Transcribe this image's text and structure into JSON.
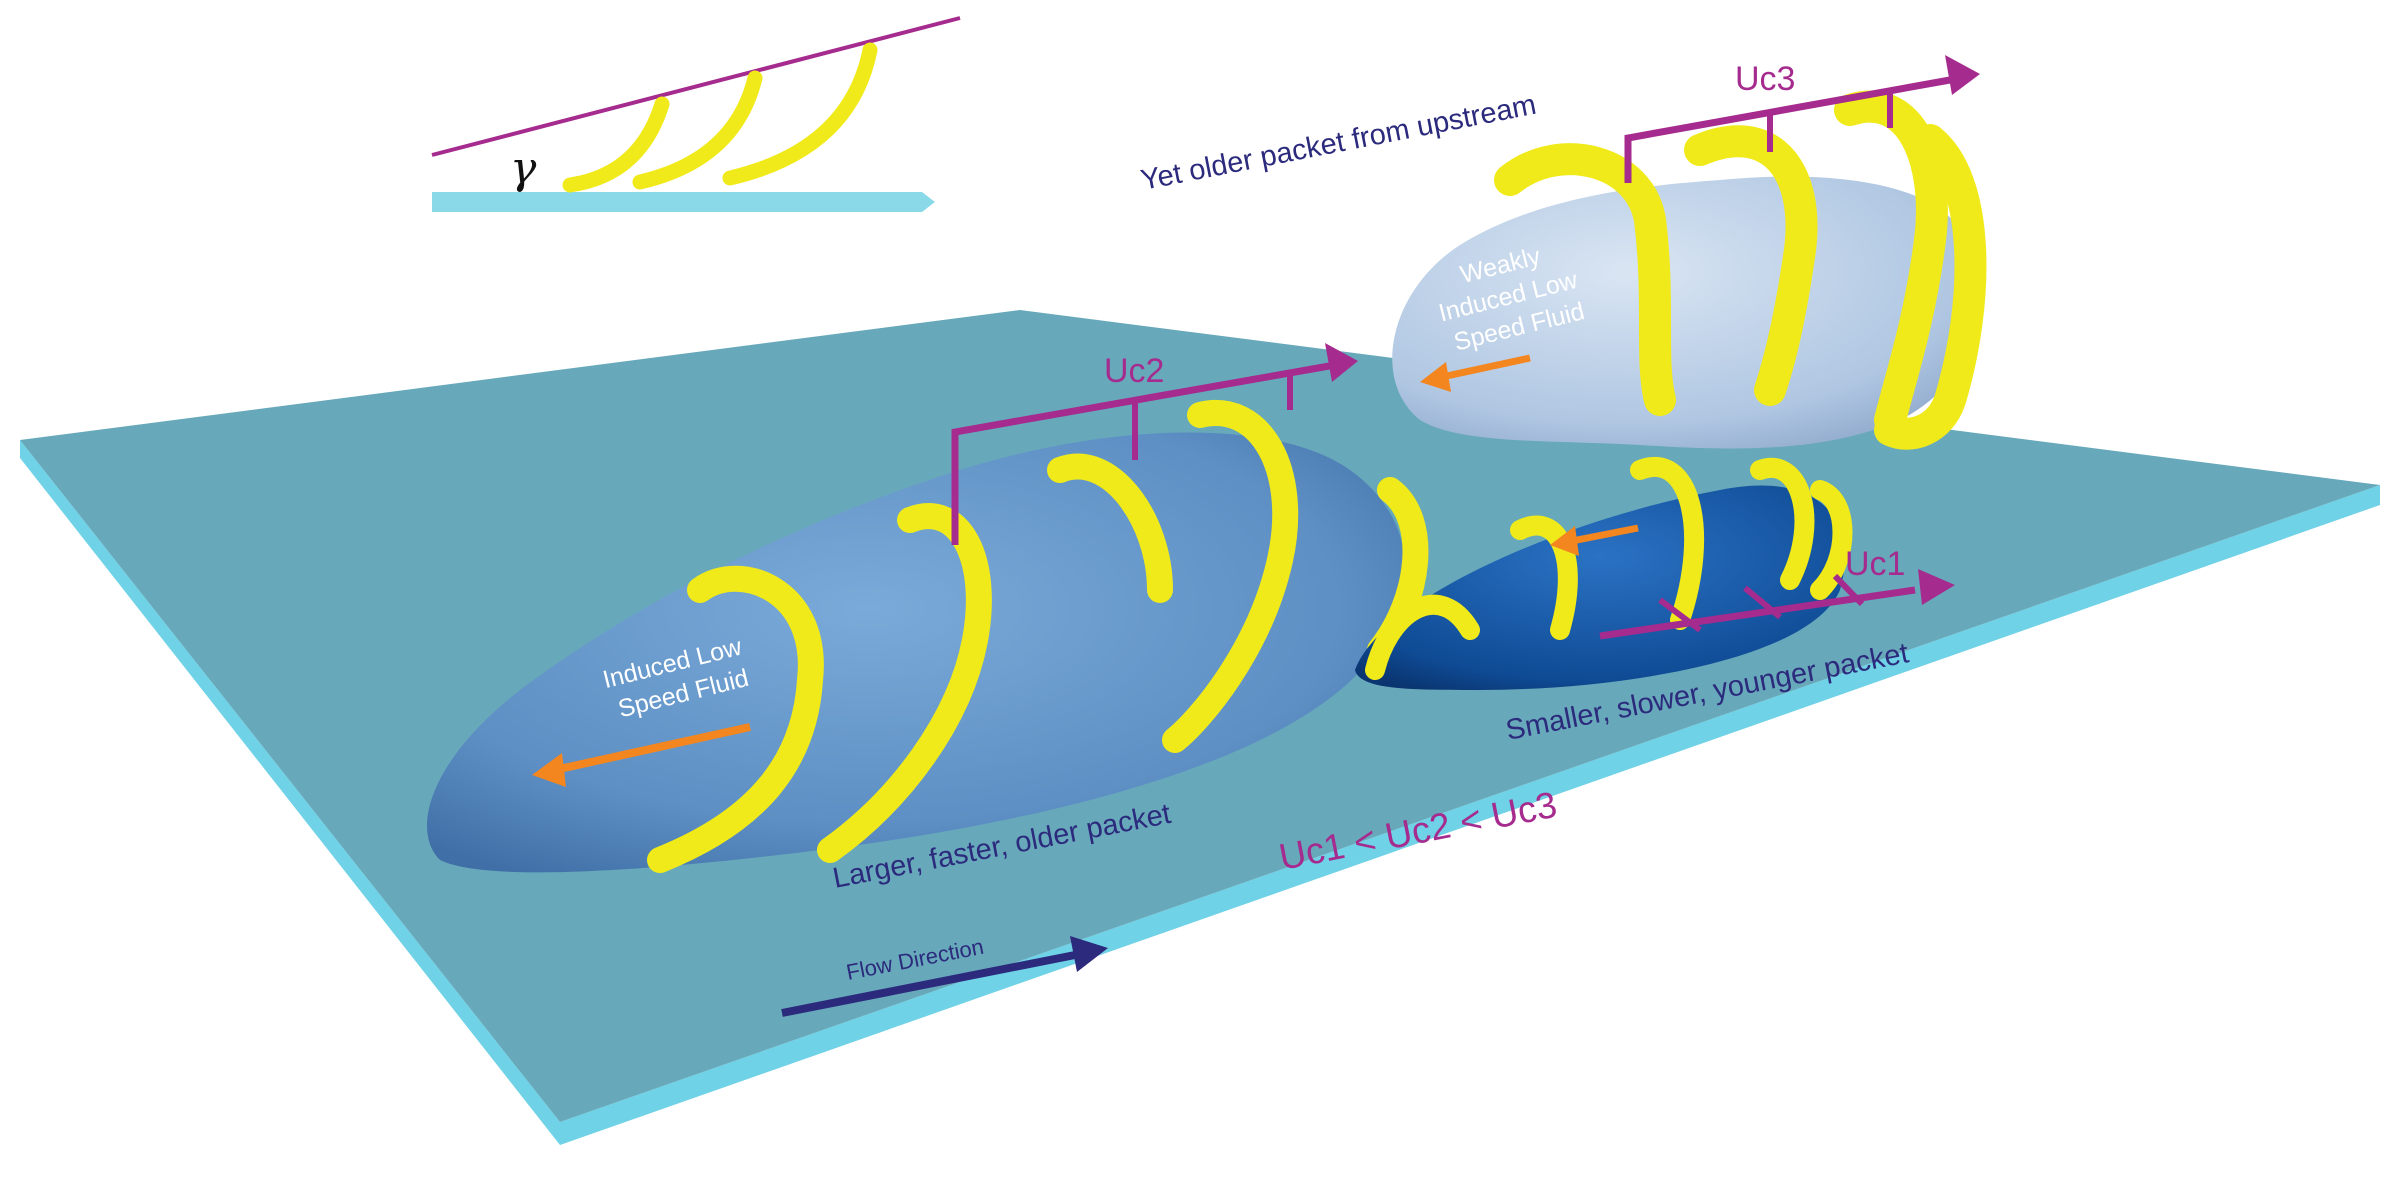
{
  "colors": {
    "plate_top": "#67a9ba",
    "plate_edge": "#6fd2e6",
    "vortex": "#f0ea1a",
    "vortex_shadow": "#c5bc10",
    "large_packet": "#5f93c8",
    "small_packet": "#11509c",
    "old_packet": "#b8cde6",
    "convection_arrow": "#a52b8e",
    "induced_arrow": "#f3861f",
    "label_text": "#2b2a7c",
    "inset_wall": "#8ad9e9",
    "inset_line": "#a52b8e"
  },
  "icons": {
    "flow_arrow": "arrow-right-icon",
    "induced_arrow": "arrow-left-icon"
  },
  "inset": {
    "angle_symbol": "γ"
  },
  "labels": {
    "yet_older_packet": "Yet older packet from upstream",
    "weakly_induced": [
      "Weakly",
      "Induced Low",
      "Speed Fluid"
    ],
    "induced": [
      "Induced Low",
      "Speed Fluid"
    ],
    "large_packet": "Larger, faster, older packet",
    "small_packet": "Smaller, slower, younger packet",
    "inequality": "Uc1 < Uc2 < Uc3",
    "flow_direction": "Flow Direction"
  },
  "convection_velocities": {
    "uc1": "Uc1",
    "uc2": "Uc2",
    "uc3": "Uc3"
  }
}
